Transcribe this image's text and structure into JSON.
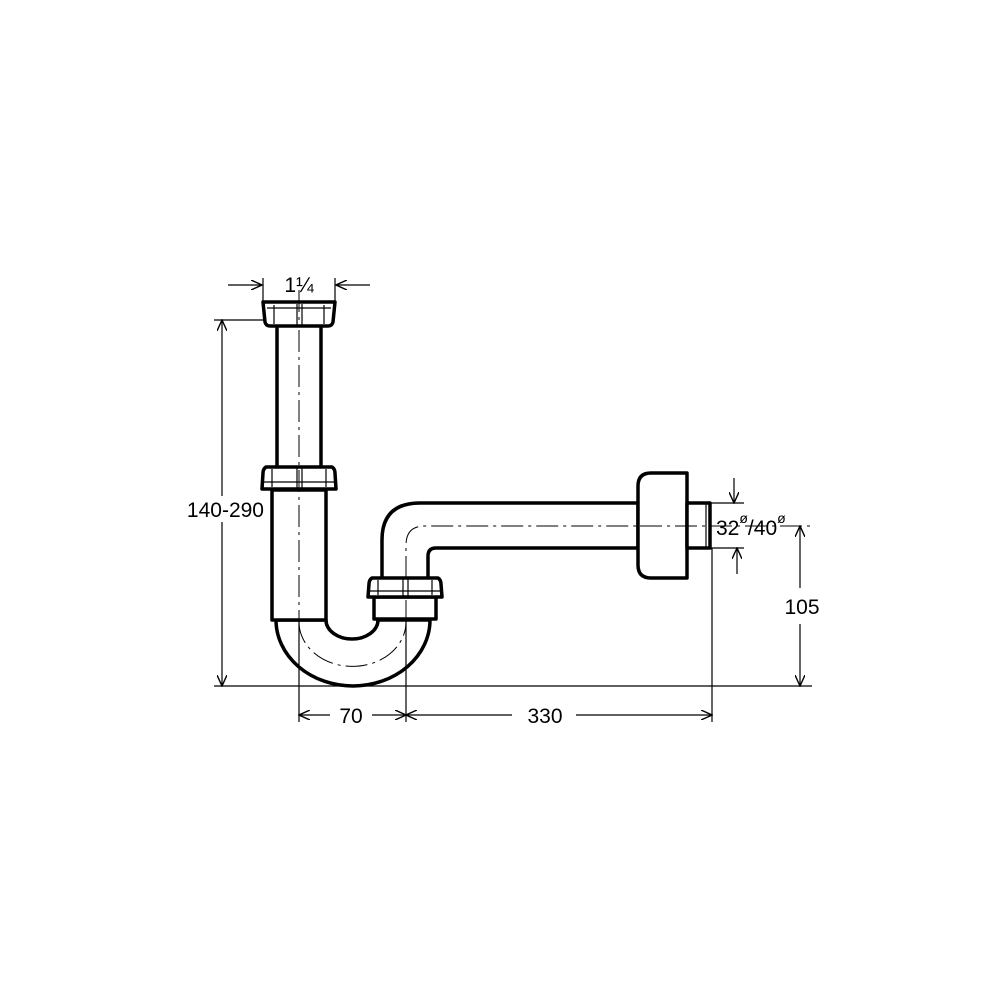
{
  "title": "Siphon technical drawing",
  "dimensions": {
    "connection_thread": "1¼",
    "height_range": "140-290",
    "bend_width": "70",
    "horizontal_length": "330",
    "outlet_diameter_1": "32",
    "outlet_diameter_2": "40",
    "diameter_symbol": "ø",
    "separator": "/",
    "outlet_height": "105"
  }
}
